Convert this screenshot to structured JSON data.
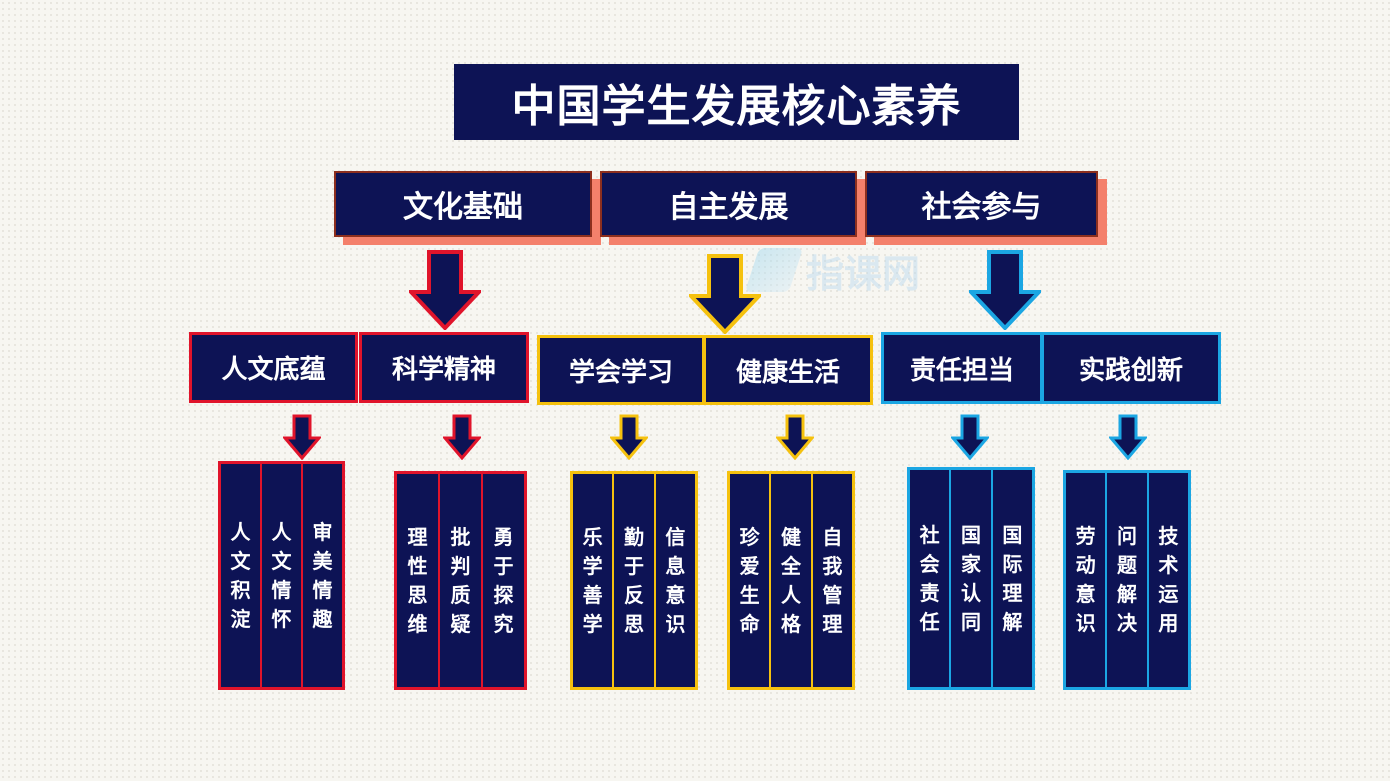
{
  "title": "中国学生发展核心素养",
  "watermark": "指课网",
  "colors": {
    "red": "#e0142b",
    "yellow": "#f5c10e",
    "blue": "#1ba6e3",
    "navy": "#0d1355",
    "cat_shadow": "#f4806b"
  },
  "categories": [
    "文化基础",
    "自主发展",
    "社会参与"
  ],
  "subcategories": [
    "人文底蕴",
    "科学精神",
    "学会学习",
    "健康生活",
    "责任担当",
    "实践创新"
  ],
  "groups": [
    [
      "人文积淀",
      "人文情怀",
      "审美情趣"
    ],
    [
      "理性思维",
      "批判质疑",
      "勇于探究"
    ],
    [
      "乐学善学",
      "勤于反思",
      "信息意识"
    ],
    [
      "珍爱生命",
      "健全人格",
      "自我管理"
    ],
    [
      "社会责任",
      "国家认同",
      "国际理解"
    ],
    [
      "劳动意识",
      "问题解决",
      "技术运用"
    ]
  ]
}
